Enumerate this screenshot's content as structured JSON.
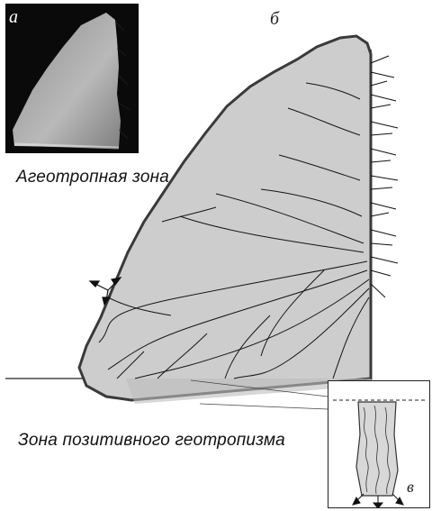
{
  "panels": {
    "a_letter": "а",
    "b_letter": "б",
    "v_letter": "в"
  },
  "labels": {
    "agravitropic_zone": "Агеотропная зона",
    "positive_geotropism_zone": "Зона позитивного геотропизма"
  },
  "colors": {
    "leaf_fill": "#cfcfcf",
    "leaf_edge": "#3b3b3b",
    "root_line": "#111111",
    "photo_background": "#0a0a0a",
    "photo_leaf": "#bdbdbd"
  },
  "icons": [
    "gravity-direction-arrows-icon",
    "downward-growth-arrows-icon"
  ]
}
